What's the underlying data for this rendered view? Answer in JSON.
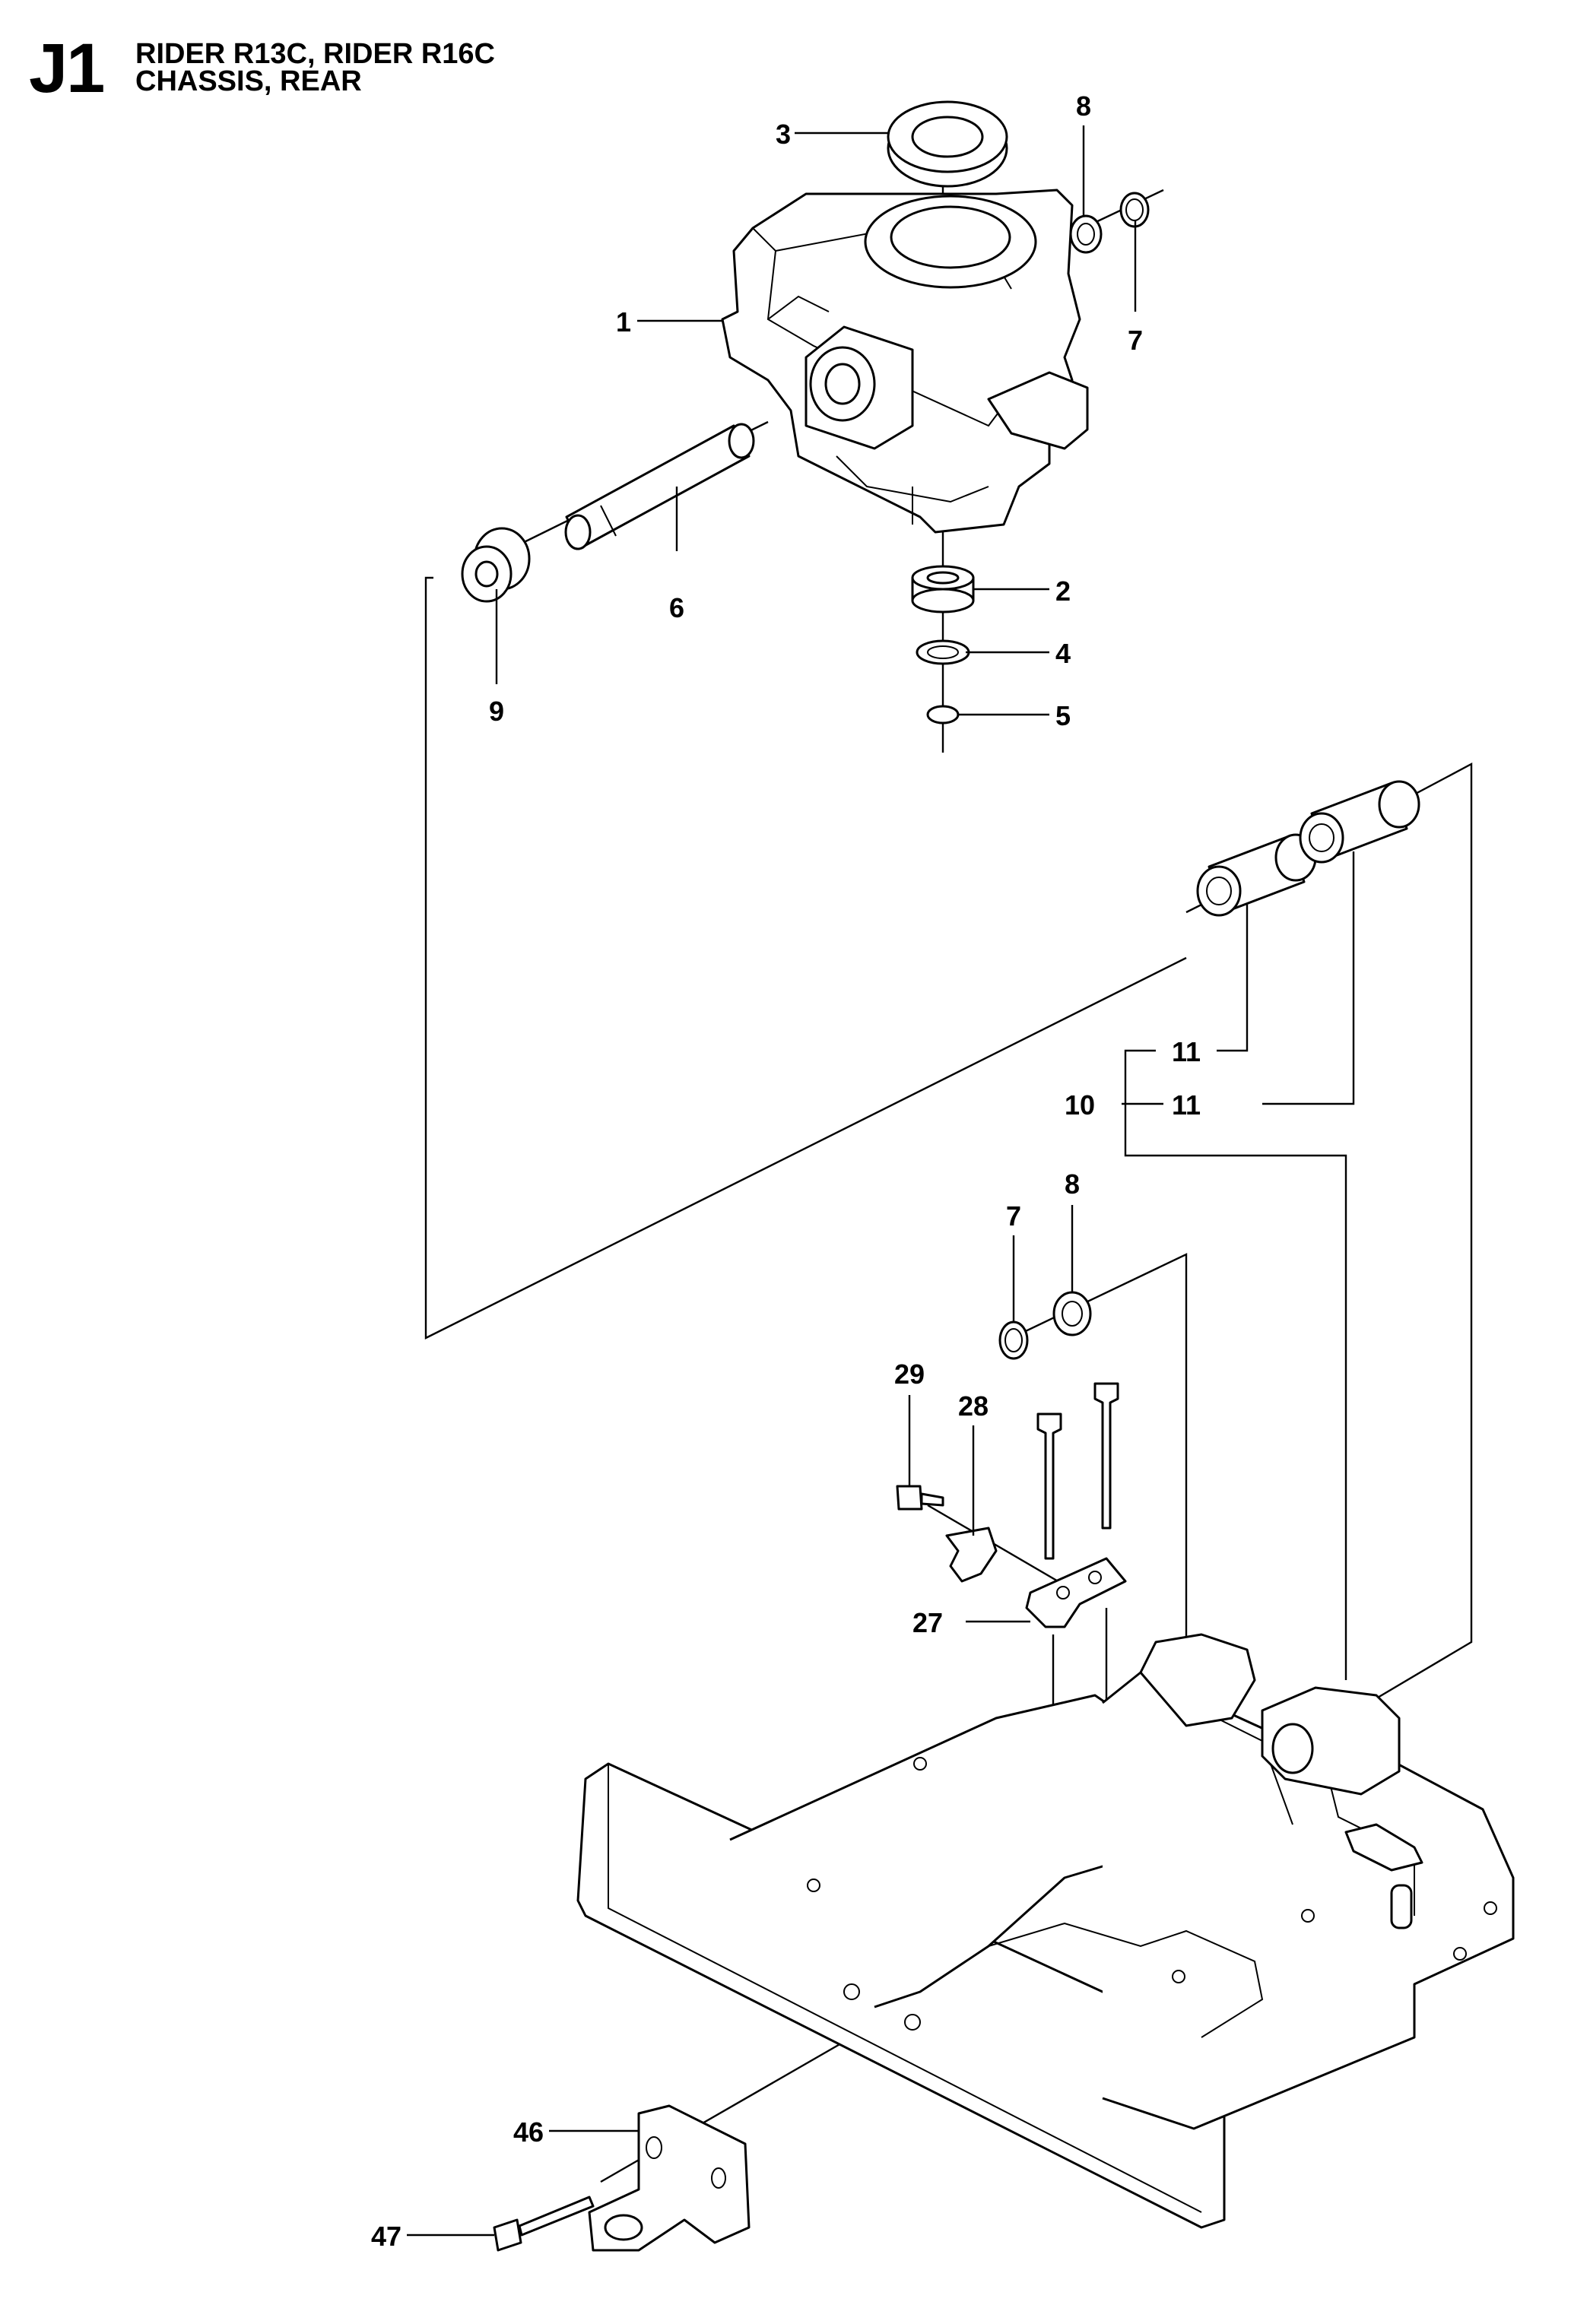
{
  "header": {
    "code": "J1",
    "line1": "RIDER R13C, RIDER R16C",
    "line2": "CHASSIS, REAR"
  },
  "callouts": [
    {
      "id": "c1",
      "label": "1"
    },
    {
      "id": "c2",
      "label": "2"
    },
    {
      "id": "c3",
      "label": "3"
    },
    {
      "id": "c4",
      "label": "4"
    },
    {
      "id": "c5",
      "label": "5"
    },
    {
      "id": "c6",
      "label": "6"
    },
    {
      "id": "c7a",
      "label": "7"
    },
    {
      "id": "c8a",
      "label": "8"
    },
    {
      "id": "c9",
      "label": "9"
    },
    {
      "id": "c11a",
      "label": "11"
    },
    {
      "id": "c10",
      "label": "10"
    },
    {
      "id": "c11b",
      "label": "11"
    },
    {
      "id": "c7b",
      "label": "7"
    },
    {
      "id": "c8b",
      "label": "8"
    },
    {
      "id": "c29",
      "label": "29"
    },
    {
      "id": "c28",
      "label": "28"
    },
    {
      "id": "c27",
      "label": "27"
    },
    {
      "id": "c46",
      "label": "46"
    },
    {
      "id": "c47",
      "label": "47"
    }
  ]
}
